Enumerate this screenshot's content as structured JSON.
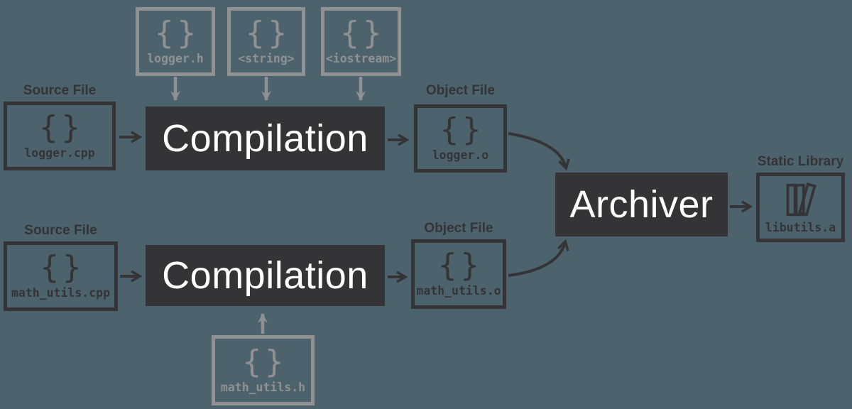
{
  "diagram": {
    "background_color": "#4C636E",
    "dark_color": "#343437",
    "gray_color": "#8F9193",
    "process_text_color": "#FFFFFF"
  },
  "icons": {
    "braces": "{}",
    "books": "books-icon"
  },
  "headers": {
    "logger_h": {
      "label": "logger.h"
    },
    "string": {
      "label": "<string>"
    },
    "iostream": {
      "label": "<iostream>"
    },
    "math_utils_h": {
      "label": "math_utils.h"
    }
  },
  "sources": {
    "logger_cpp": {
      "caption": "Source File",
      "label": "logger.cpp"
    },
    "math_utils_cpp": {
      "caption": "Source File",
      "label": "math_utils.cpp"
    }
  },
  "processes": {
    "compilation1": {
      "label": "Compilation"
    },
    "compilation2": {
      "label": "Compilation"
    },
    "archiver": {
      "label": "Archiver"
    }
  },
  "objects": {
    "logger_o": {
      "caption": "Object File",
      "label": "logger.o"
    },
    "math_utils_o": {
      "caption": "Object File",
      "label": "math_utils.o"
    }
  },
  "library": {
    "caption": "Static Library",
    "label": "libutils.a"
  }
}
